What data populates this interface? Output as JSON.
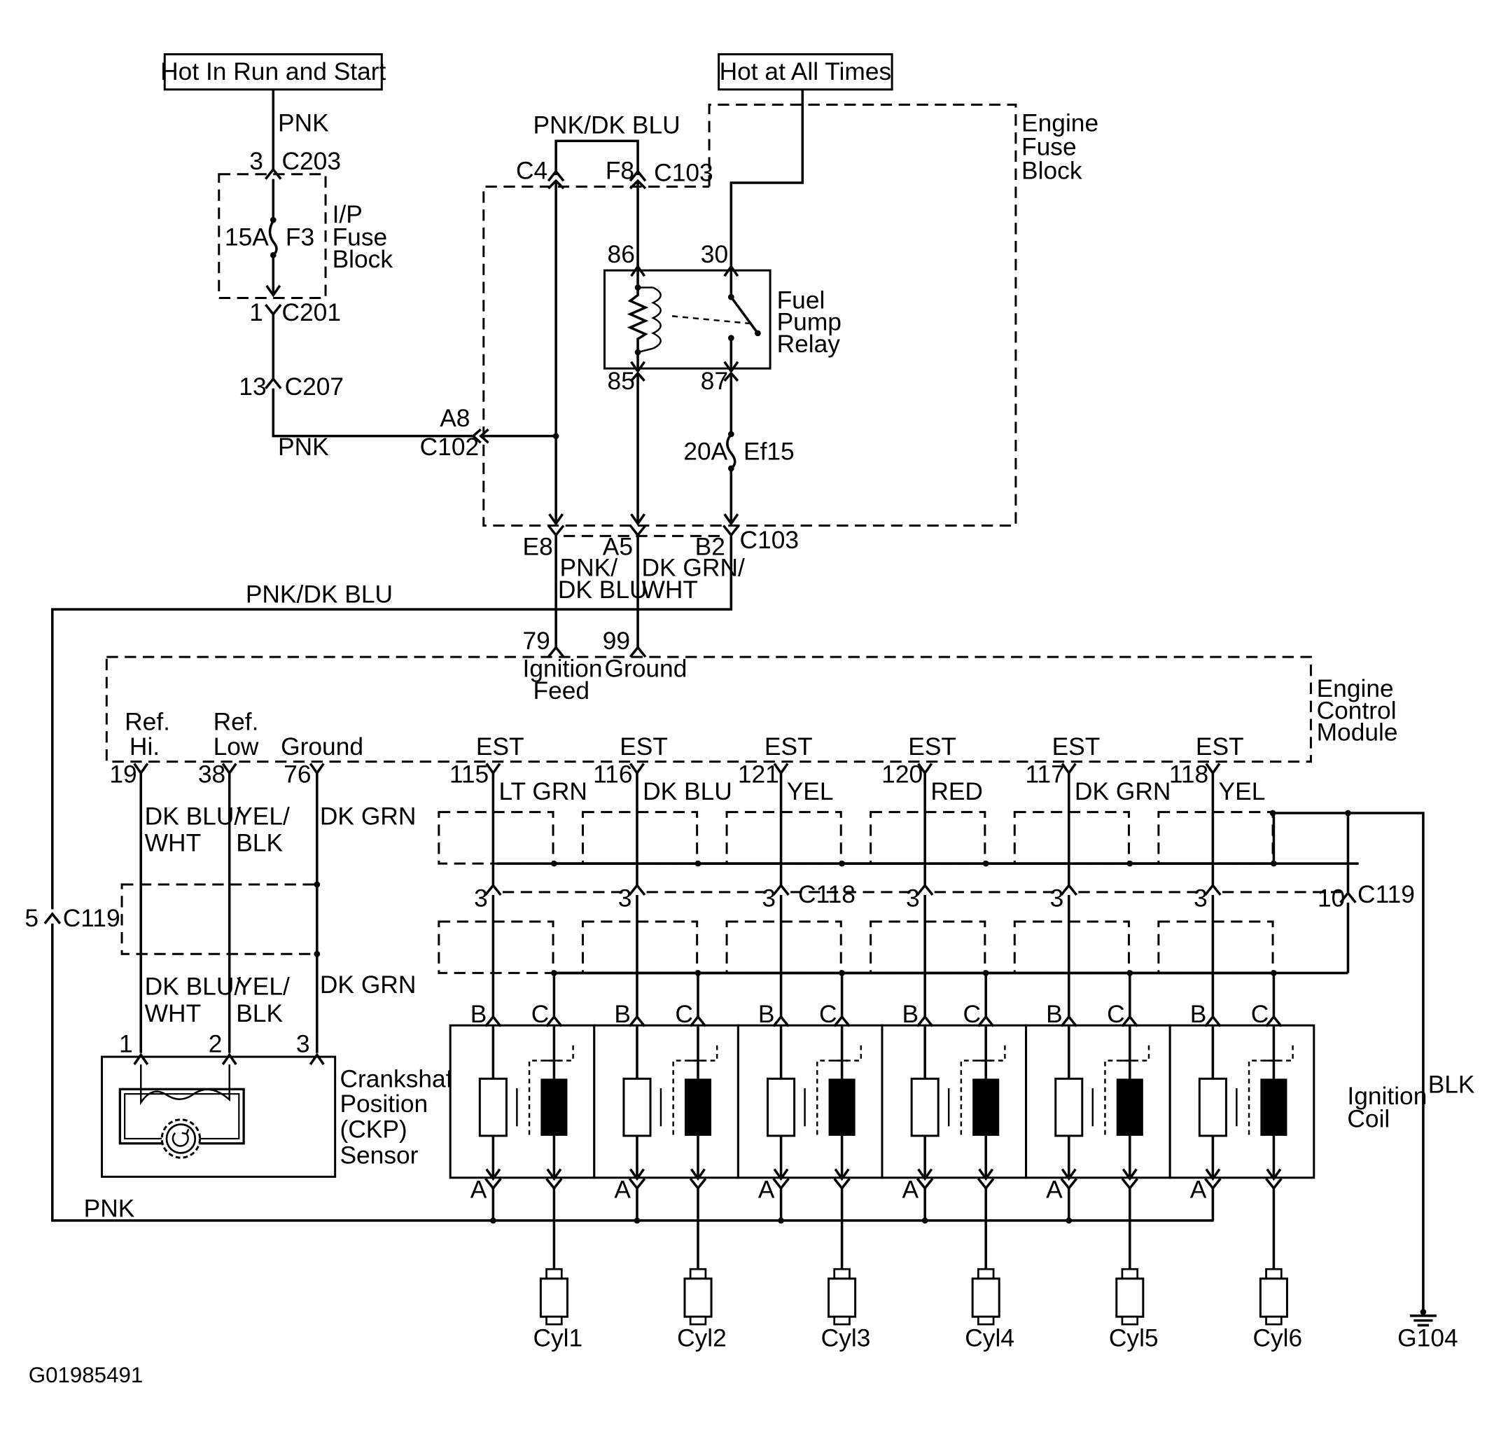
{
  "power": {
    "run_start": "Hot In Run and Start",
    "all_times": "Hot at All Times"
  },
  "fuse_blocks": {
    "ip": [
      "I/P",
      "Fuse",
      "Block"
    ],
    "ip_fuse_rating": "15A",
    "ip_fuse_name": "F3",
    "engine": [
      "Engine",
      "Fuse",
      "Block"
    ],
    "ef15_rating": "20A",
    "ef15_name": "Ef15"
  },
  "relay": {
    "name": [
      "Fuel",
      "Pump",
      "Relay"
    ],
    "pins": [
      "86",
      "30",
      "85",
      "87"
    ]
  },
  "wires": {
    "pnk": "PNK",
    "pnk_dk_blu": "PNK/DK BLU",
    "pnk_dk_blu_split": [
      "PNK/",
      "DK BLU"
    ],
    "dk_grn_wht": [
      "DK GRN/",
      "WHT"
    ],
    "dk_blu_wht": [
      "DK BLU/",
      "WHT"
    ],
    "yel_blk": [
      "YEL/",
      "BLK"
    ],
    "dk_grn": "DK GRN",
    "blk": "BLK",
    "est_colors": [
      "LT GRN",
      "DK BLU",
      "YEL",
      "RED",
      "DK GRN",
      "YEL"
    ]
  },
  "connectors": {
    "c203": "C203",
    "c203_pin": "3",
    "c201": "C201",
    "c201_pin": "1",
    "c207": "C207",
    "c207_pin": "13",
    "c102": "C102",
    "c102_pin": "A8",
    "c103_top": "C103",
    "c4": "C4",
    "f8": "F8",
    "c103_bottom": "C103",
    "e8": "E8",
    "a5": "A5",
    "b2": "B2",
    "c119_left": "C119",
    "c119_left_pin": "5",
    "c118": "C118",
    "c118_pin": "3",
    "c119_right": "C119",
    "c119_right_pin": "10"
  },
  "ecm": {
    "name": [
      "Engine",
      "Control",
      "Module"
    ],
    "ignition_feed_pin": "79",
    "ignition_feed": [
      "Ignition",
      "Feed"
    ],
    "ground_pin": "99",
    "ground": "Ground",
    "ref_hi": [
      "Ref.",
      "Hi."
    ],
    "ref_hi_pin": "19",
    "ref_low": [
      "Ref.",
      "Low"
    ],
    "ref_low_pin": "38",
    "ground2": "Ground",
    "ground2_pin": "76",
    "est_label": "EST",
    "est_pins": [
      "115",
      "116",
      "121",
      "120",
      "117",
      "118"
    ]
  },
  "ckp": {
    "name": [
      "Crankshaft",
      "Position",
      "(CKP)",
      "Sensor"
    ],
    "pins": [
      "1",
      "2",
      "3"
    ]
  },
  "coil": {
    "name": [
      "Ignition",
      "Coil"
    ],
    "pin_b": "B",
    "pin_c": "C",
    "pin_a": "A"
  },
  "cylinders": [
    "Cyl1",
    "Cyl2",
    "Cyl3",
    "Cyl4",
    "Cyl5",
    "Cyl6"
  ],
  "ground_ref": "G104",
  "figure_id": "G01985491"
}
